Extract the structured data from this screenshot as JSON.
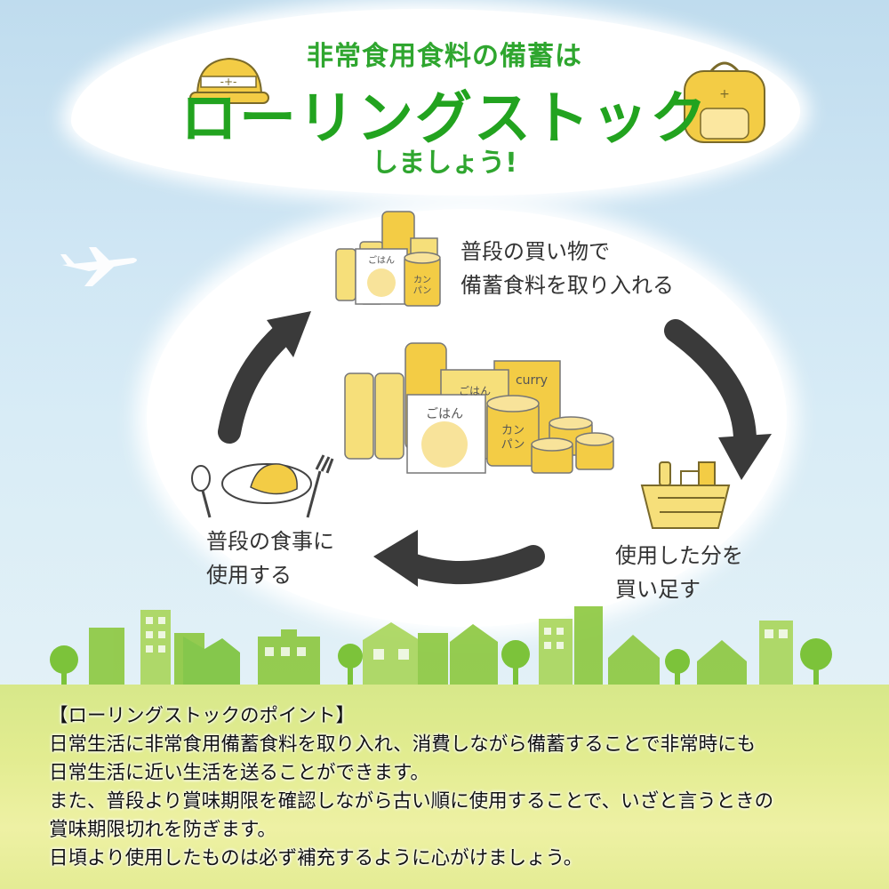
{
  "title": {
    "line1": "非常食用食料の備蓄は",
    "line2": "ローリングストック",
    "line3": "しましょう!"
  },
  "cycle": {
    "step_buy": [
      "普段の買い物で",
      "備蓄食料を取り入れる"
    ],
    "step_refill": [
      "使用した分を",
      "買い足す"
    ],
    "step_eat": [
      "普段の食事に",
      "使用する"
    ]
  },
  "package_labels": {
    "rice": "ごはん",
    "can_line1": "カン",
    "can_line2": "パン",
    "curry": "curry"
  },
  "points": {
    "heading": "【ローリングストックのポイント】",
    "lines": [
      "日常生活に非常食用備蓄食料を取り入れ、消費しながら備蓄することで非常時にも",
      "日常生活に近い生活を送ることができます。",
      "また、普段より賞味期限を確認しながら古い順に使用することで、いざと言うときの",
      "賞味期限切れを防ぎます。",
      "日頃より使用したものは必ず補充するように心がけましょう。"
    ]
  },
  "colors": {
    "title_green": "#22a31f",
    "arrow": "#3a3a3a",
    "food_yellow": "#f2d04a",
    "city_green": "#7cc33a"
  },
  "icons": [
    "helmet-icon",
    "backpack-icon",
    "airplane-icon",
    "spoon-icon",
    "fork-icon",
    "curry-plate-icon",
    "basket-icon",
    "tree-icon"
  ]
}
